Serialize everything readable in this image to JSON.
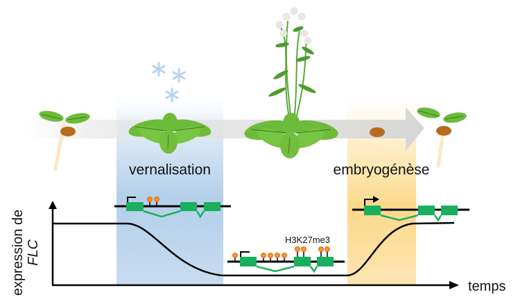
{
  "labels": {
    "vernalisation": "vernalisation",
    "embryogenesis": "embryogénèse",
    "y_axis_line1": "expression de",
    "y_axis_line2": "FLC",
    "x_axis": "temps",
    "mark": "H3K27me3"
  },
  "colors": {
    "vernalisation_panel": "#b3cfea",
    "embryogenesis_panel": "#fbd98a",
    "leaf": "#6dbb3a",
    "leaf_vein": "#3d7a22",
    "exon": "#1aaf5d",
    "methyl_mark": "#f0661f",
    "methyl_core": "#f7b52c",
    "seed": "#b86a1d",
    "root": "#fbe8c4",
    "snowflake": "#b6d4f0",
    "progress_arrow": "#dcdcdc",
    "axis": "#000000"
  },
  "stages": [
    "seedling",
    "vernalised rosette",
    "flowering plant",
    "seed",
    "seedling"
  ],
  "chart_data": {
    "type": "line",
    "title": "",
    "xlabel": "temps",
    "ylabel": "expression de FLC",
    "series": [
      {
        "name": "FLC expression",
        "points": [
          {
            "phase": "before vernalisation",
            "level": "high"
          },
          {
            "phase": "vernalisation",
            "level": "decreasing"
          },
          {
            "phase": "after vernalisation",
            "level": "low"
          },
          {
            "phase": "embryogénèse",
            "level": "increasing"
          },
          {
            "phase": "next generation",
            "level": "high"
          }
        ]
      }
    ],
    "annotations": [
      "vernalisation",
      "embryogénèse",
      "H3K27me3"
    ]
  }
}
